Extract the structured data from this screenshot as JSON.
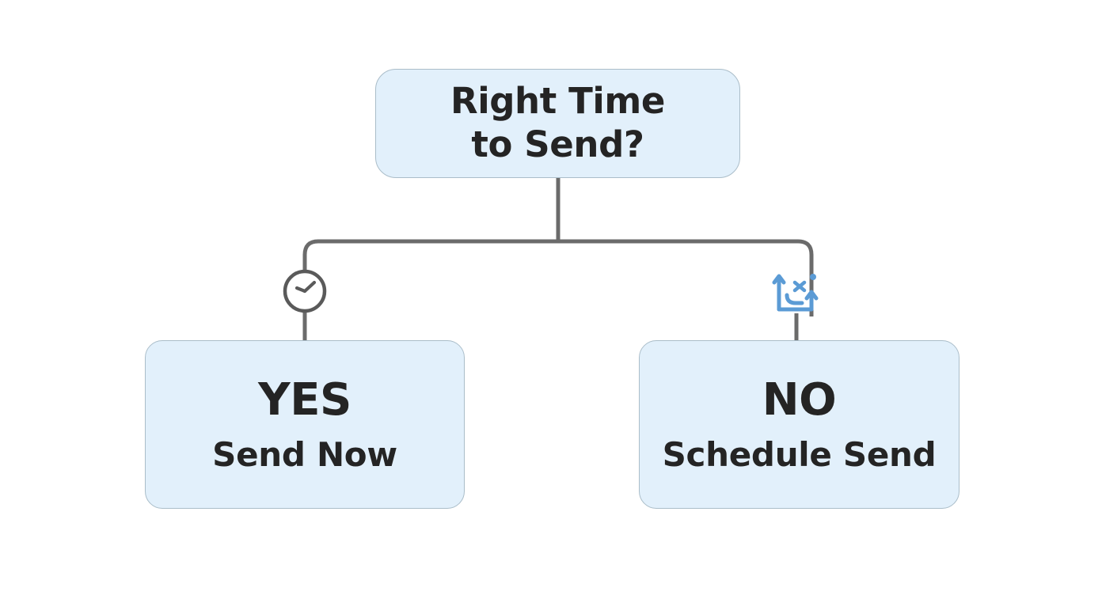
{
  "diagram": {
    "type": "decision-tree",
    "background_color": "#ffffff",
    "node_fill_color": "#e2f0fb",
    "node_border_color": "#aabdc9",
    "connector_color": "#6b6b6b",
    "text_color": "#242424",
    "accent_icon_color": "#5b9bd5"
  },
  "root": {
    "name": "decision-node",
    "line1": "Right Time",
    "line2": "to Send?"
  },
  "branches": [
    {
      "id": "yes",
      "icon": "clock-icon",
      "icon_color": "#5a5a5a",
      "verdict": "YES",
      "action": "Send Now"
    },
    {
      "id": "no",
      "icon": "schedule-send-icon",
      "icon_color": "#5b9bd5",
      "verdict": "NO",
      "action": "Schedule Send"
    }
  ]
}
